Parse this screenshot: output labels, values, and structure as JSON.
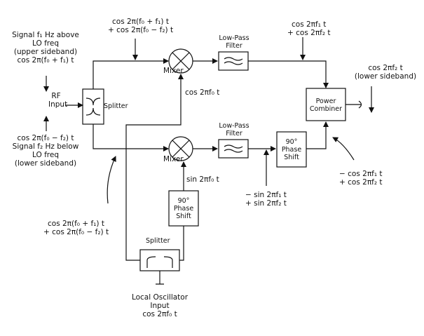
{
  "diagram": {
    "blocks": {
      "splitter_rf": "Splitter",
      "splitter_lo": "Splitter",
      "mixer_top": "Mixer",
      "mixer_bottom": "Mixer",
      "lpf_top": [
        "Low-Pass",
        "Filter"
      ],
      "lpf_bottom": [
        "Low-Pass",
        "Filter"
      ],
      "phase_shift_lo": [
        "90°",
        "Phase",
        "Shift"
      ],
      "phase_shift_out": [
        "90°",
        "Phase",
        "Shift"
      ],
      "combiner": [
        "Power",
        "Combiner"
      ]
    },
    "inputs": {
      "rf": [
        "RF",
        "Input"
      ],
      "upper_sideband": [
        "Signal f₁ Hz above",
        "LO freq",
        "(upper sideband)",
        "cos 2π(f₀ + f₁) t"
      ],
      "lower_sideband": [
        "cos 2π(f₀ − f₂) t",
        "Signal f₂ Hz below",
        "LO freq",
        "(lower sideband)"
      ],
      "lo": [
        "Local Oscillator",
        "Input",
        "cos 2πf₀ t"
      ]
    },
    "signals": {
      "top_mixer_in": [
        "cos 2π(f₀ + f₁) t",
        "+ cos 2π(f₀ − f₂) t"
      ],
      "bottom_mixer_in": [
        "cos 2π(f₀ + f₁) t",
        "+ cos 2π(f₀ − f₂) t"
      ],
      "top_lpf_out": [
        "cos 2πf₁ t",
        "+ cos 2πf₂ t"
      ],
      "top_lo": "cos 2πf₀ t",
      "bottom_lo": "sin 2πf₀ t",
      "bottom_lpf_out": [
        "− sin 2πf₁ t",
        "+ sin 2πf₂ t"
      ],
      "phase_out": [
        "− cos 2πf₁ t",
        "+ cos 2πf₂ t"
      ],
      "output": [
        "cos 2πf₂ t",
        "(lower sideband)"
      ]
    }
  }
}
